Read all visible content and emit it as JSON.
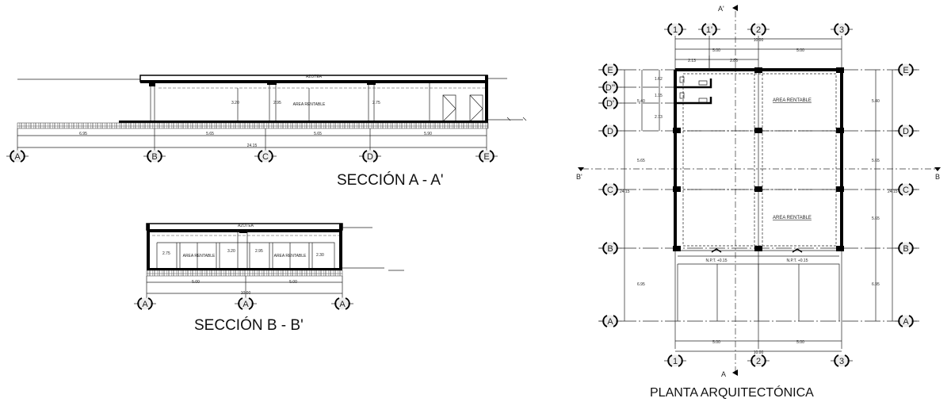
{
  "section_a": {
    "title": "SECCIÓN A - A'",
    "roof_label": "AZOTEA",
    "area_label": "AREA RENTABLE",
    "heights": [
      "3.20",
      "2.95",
      "2.75"
    ],
    "dims": [
      "6.95",
      "5.65",
      "5.65",
      "5.90"
    ],
    "total": "24.15",
    "axes": [
      "A",
      "B",
      "C",
      "D",
      "E"
    ]
  },
  "section_b": {
    "title": "SECCIÓN B - B'",
    "roof_label": "AZOTEA",
    "area_labels": [
      "AREA RENTABLE",
      "AREA RENTABLE"
    ],
    "heights": [
      "2.75",
      "3.20",
      "2.95",
      "2.30"
    ],
    "dims": [
      "5.00",
      "5.00"
    ],
    "total": "10.00",
    "axes": [
      "A",
      "A",
      "A"
    ]
  },
  "plan": {
    "title": "PLANTA ARQUITECTÓNICA",
    "cut_a_top": "A'",
    "cut_a_bottom": "A",
    "cut_b_left": "B'",
    "cut_b_right": "B",
    "col_axes_top": [
      "1",
      "1'",
      "2",
      "3"
    ],
    "col_axes_bottom": [
      "1",
      "2",
      "3"
    ],
    "row_axes": [
      "E",
      "D''",
      "D'",
      "D",
      "C",
      "B",
      "A"
    ],
    "top_dims": {
      "total": "10.00",
      "halves": [
        "5.00",
        "5.00"
      ],
      "partial": [
        "2.13",
        "2.88"
      ]
    },
    "bottom_dims": {
      "total": "10.00",
      "halves": [
        "5.00",
        "5.00"
      ]
    },
    "left_dims": [
      "1.62",
      "1.15",
      "2.73",
      "5.40",
      "5.65",
      "6.95",
      "24.15"
    ],
    "right_dims": [
      "5.40",
      "5.65",
      "5.65",
      "6.95",
      "24.15"
    ],
    "area_labels": [
      "AREA RENTABLE",
      "AREA RENTABLE"
    ],
    "level_labels": [
      "N.P.T. +0.15",
      "N.P.T. +0.15"
    ]
  }
}
